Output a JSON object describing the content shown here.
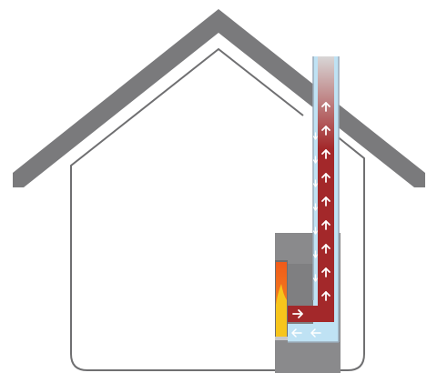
{
  "colors": {
    "background": "#ffffff",
    "roof": "#7a7a7c",
    "wall_outline": "#6f6f71",
    "stove_body": "#8a8a8c",
    "stove_window": "#6d6d6f",
    "fire_outer": "#f07a1a",
    "fire_inner": "#f7c51c",
    "fire_base": "#c8c8ca",
    "flue_hot": "#a3282a",
    "flue_top_fade": "#d8d6d6",
    "air_intake": "#bfe2f4",
    "chimney_casing": "#9aa9b8",
    "arrow": "#ffffff"
  },
  "icons": {
    "flue_gas_arrow": "up-arrow",
    "outlet_arrow": "right-arrow",
    "air_arrow_down": "down-arrow",
    "air_arrow_left": "left-arrow"
  }
}
